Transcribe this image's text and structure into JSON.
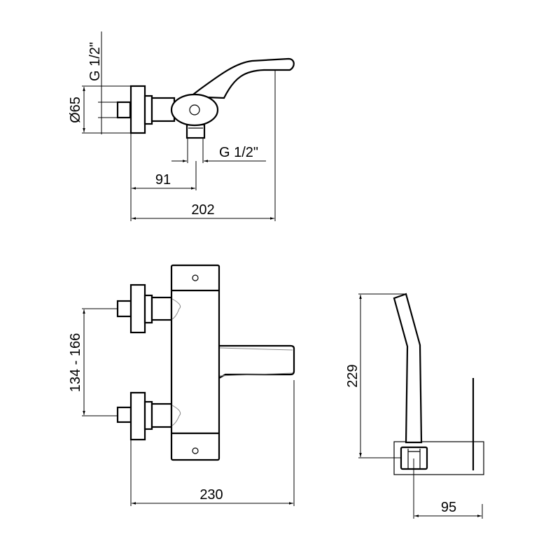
{
  "top_view": {
    "dim_inlet_thread": "G 1/2\"",
    "dim_flange_diameter": "Ø65",
    "dim_outlet_thread": "G 1/2\"",
    "dim_outlet_offset": "91",
    "dim_total_depth": "202"
  },
  "front_view": {
    "dim_inlet_spacing": "134 - 166",
    "dim_total_projection": "230"
  },
  "side_view": {
    "dim_handle_height": "229",
    "dim_handle_offset": "95"
  }
}
